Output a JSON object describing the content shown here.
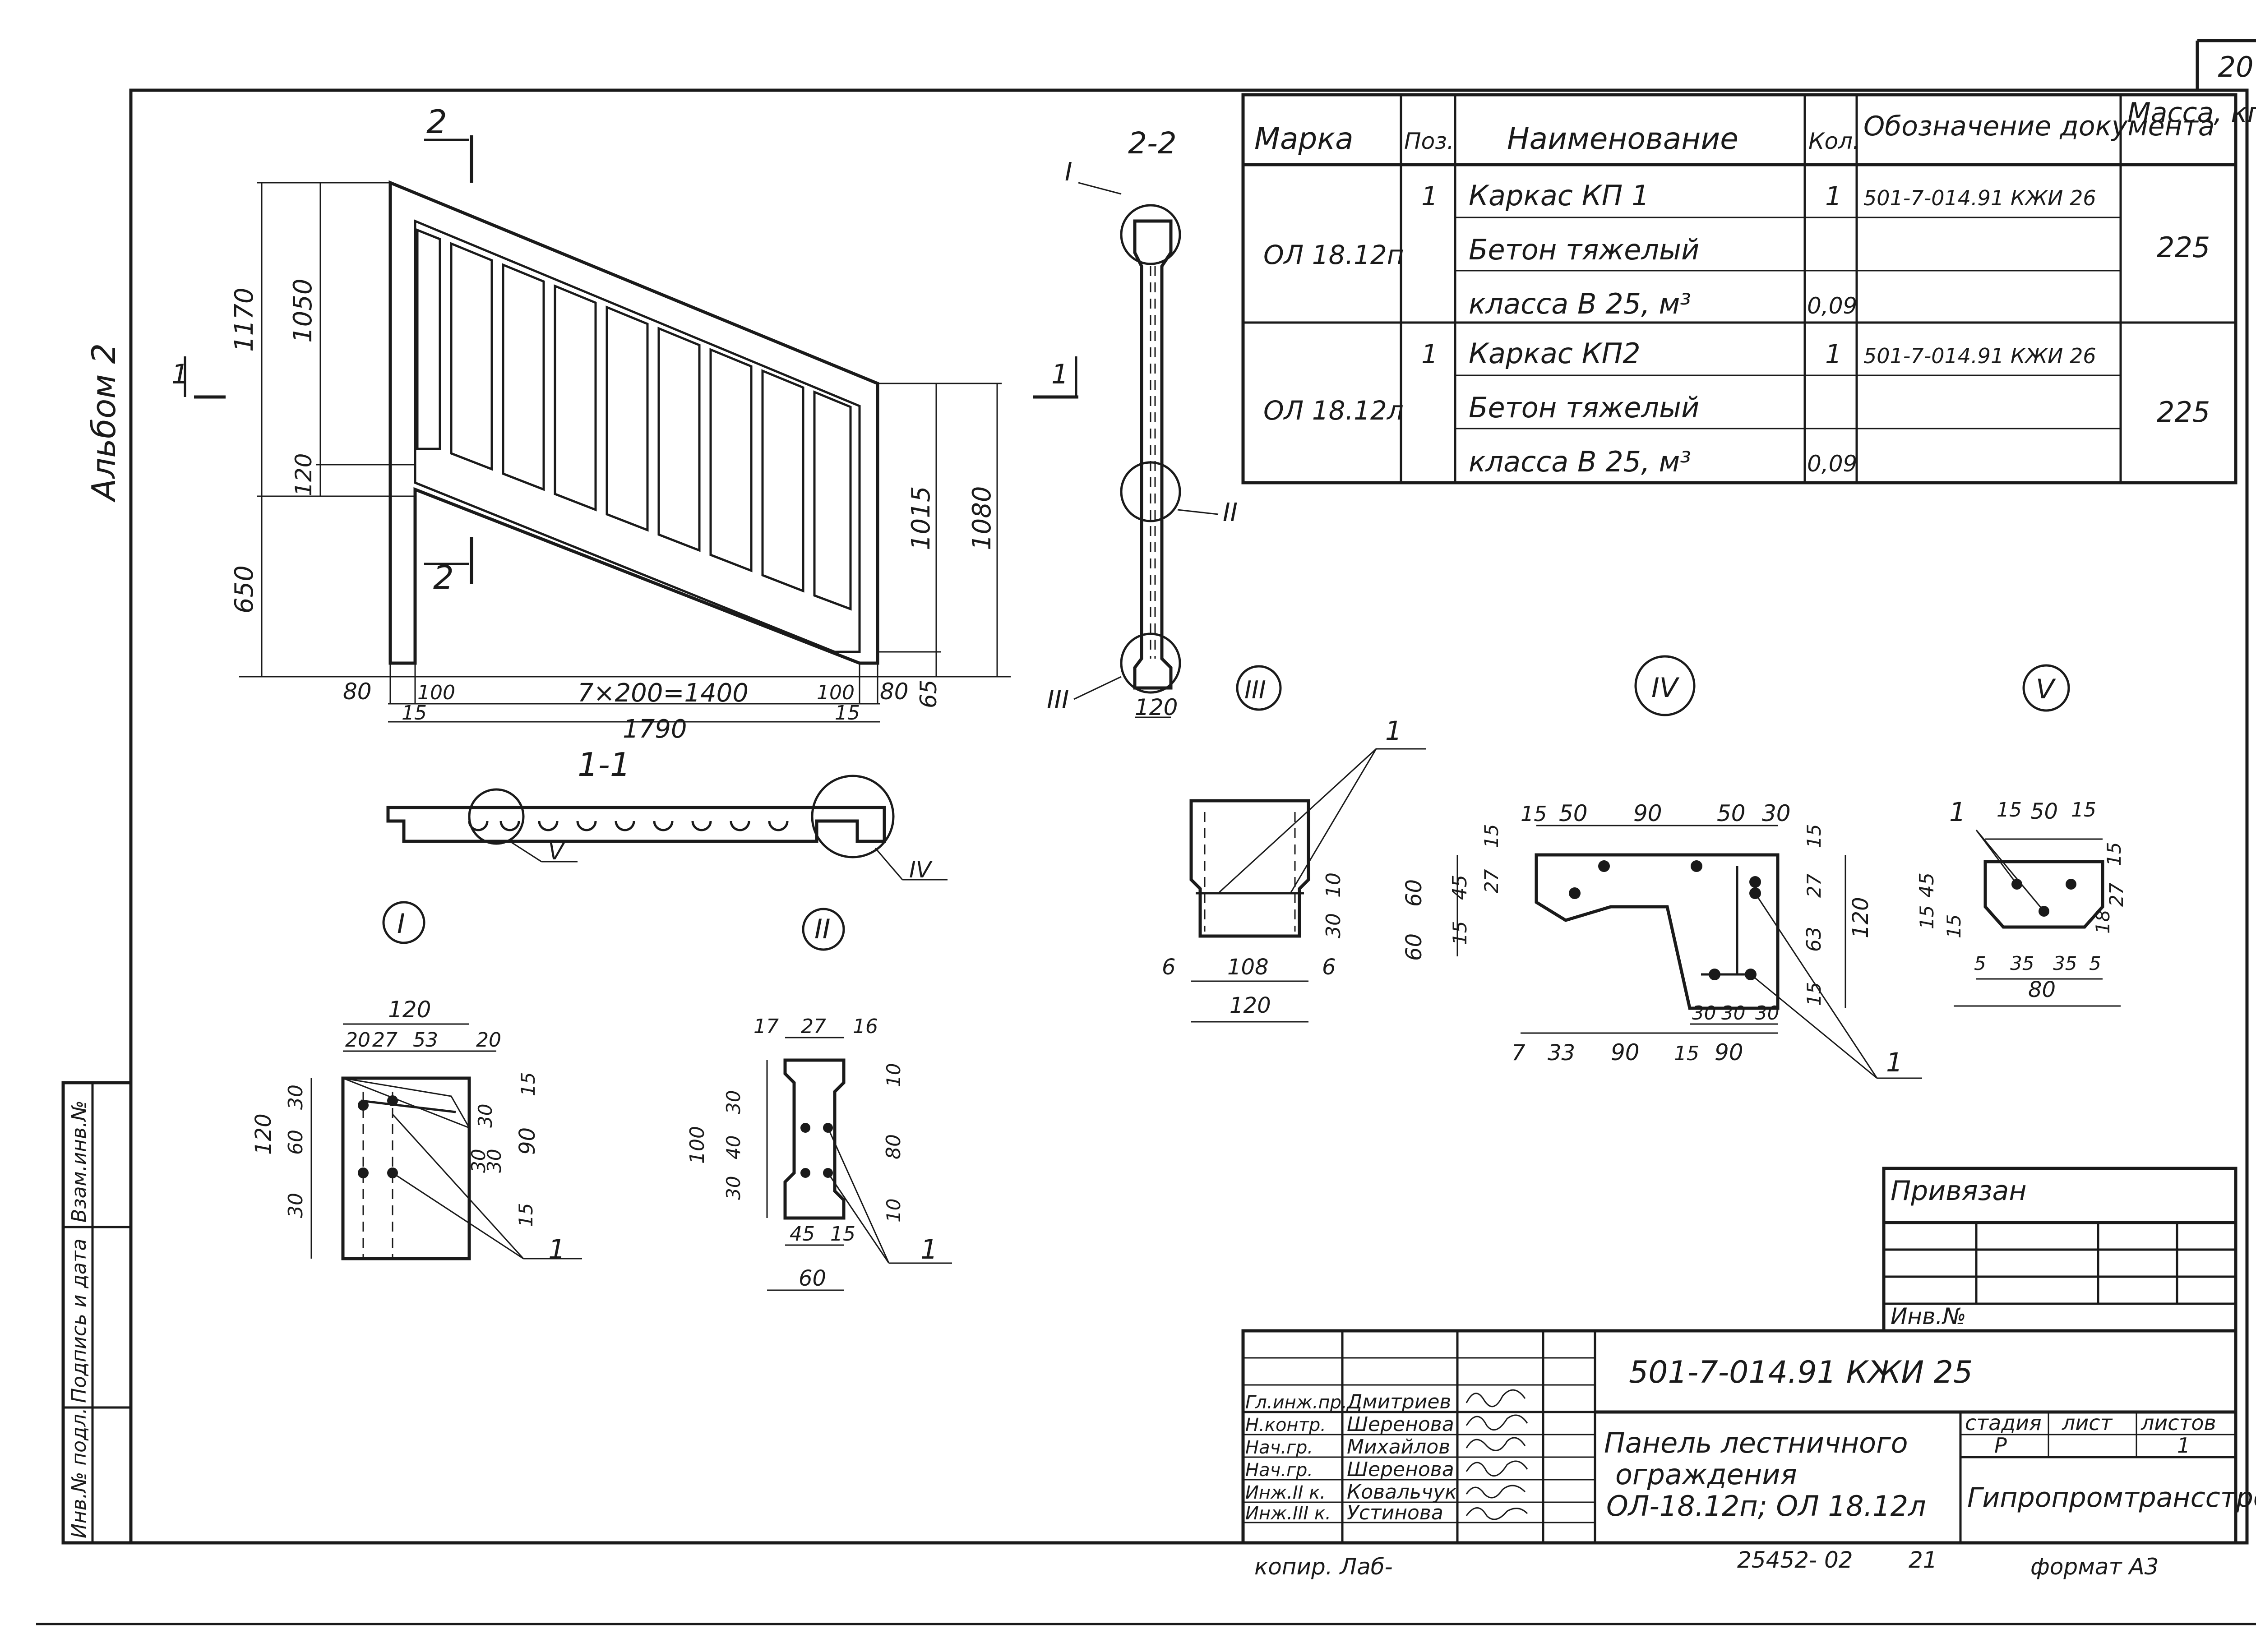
{
  "sheet": {
    "number": "20",
    "album": "Альбом 2",
    "copy_note": "копир. Лаб-",
    "archive_no": "25452- 02",
    "archive_sheet": "21",
    "format": "формат А3"
  },
  "spec_table": {
    "headers": [
      "Марка",
      "Поз.",
      "Наименование",
      "Кол.",
      "Обозначение документа",
      "Масса, кг"
    ],
    "rows": [
      {
        "mark": "ОЛ 18.12п",
        "pos": "1",
        "name": "Каркас КП 1",
        "qty": "1",
        "doc": "501-7-014.91 КЖИ 26",
        "mass": "225"
      },
      {
        "mark": "",
        "pos": "",
        "name": "Бетон тяжелый",
        "qty": "",
        "doc": "",
        "mass": ""
      },
      {
        "mark": "",
        "pos": "",
        "name": "класса В 25, м³",
        "qty": "0,09",
        "doc": "",
        "mass": ""
      },
      {
        "mark": "ОЛ 18.12л",
        "pos": "1",
        "name": "Каркас КП2",
        "qty": "1",
        "doc": "501-7-014.91 КЖИ 26",
        "mass": "225"
      },
      {
        "mark": "",
        "pos": "",
        "name": "Бетон тяжелый",
        "qty": "",
        "doc": "",
        "mass": ""
      },
      {
        "mark": "",
        "pos": "",
        "name": "класса В 25, м³",
        "qty": "0,09",
        "doc": "",
        "mass": ""
      }
    ]
  },
  "bound": {
    "title": "Привязан",
    "inv": "Инв.№"
  },
  "title_block": {
    "code": "501-7-014.91 КЖИ 25",
    "title_line1": "Панель лестничного",
    "title_line2": "ограждения",
    "title_line3": "ОЛ-18.12п; ОЛ 18.12л",
    "stage_label": "стадия",
    "sheet_label": "лист",
    "sheets_label": "листов",
    "stage": "Р",
    "sheet": "",
    "sheets": "1",
    "org": "Гипропромтрансстрой",
    "people": [
      {
        "role": "Гл.инж.пр.",
        "name": "Дмитриев"
      },
      {
        "role": "Н.контр.",
        "name": "Шеренова"
      },
      {
        "role": "Нач.гр.",
        "name": "Михайлов"
      },
      {
        "role": "Нач.гр.",
        "name": "Шеренова"
      },
      {
        "role": "Инж.II к.",
        "name": "Ковальчук"
      },
      {
        "role": "Инж.III к.",
        "name": "Устинова"
      }
    ]
  },
  "side_stamp": {
    "inv_orig": "Инв.№ подл.",
    "sign_date": "Подпись и дата",
    "replace_inv": "Взам.инв.№"
  },
  "views": {
    "elevation": {
      "section_mark": "2",
      "section_mark_1": "1",
      "dims": {
        "h_total": "1170",
        "h_top": "1050",
        "h_mid": "120",
        "h_leg": "650",
        "h_right_outer": "1080",
        "h_right_inner": "1015",
        "h_bottom": "65",
        "w_left": "80",
        "w_100a": "100",
        "w_span": "7×200=1400",
        "w_100b": "100",
        "w_right": "80",
        "w_15a": "15",
        "w_total": "1790",
        "w_15b": "15"
      }
    },
    "section_2_2": {
      "title": "2-2",
      "width": "120",
      "callout_1": "I",
      "callout_2": "II",
      "callout_3": "III"
    },
    "section_1_1": {
      "title": "1-1",
      "callout_4": "IV",
      "callout_5": "V"
    },
    "detail_I": {
      "label": "I",
      "top": [
        "120",
        "20",
        "27",
        "53",
        "20"
      ],
      "left": [
        "120",
        "30",
        "60",
        "30"
      ],
      "right": [
        "15",
        "30",
        "30",
        "30",
        "90",
        "15"
      ],
      "pos": "1"
    },
    "detail_II": {
      "label": "II",
      "top": [
        "17",
        "27",
        "16"
      ],
      "left": [
        "100",
        "30",
        "40",
        "30"
      ],
      "right": [
        "10",
        "80",
        "10"
      ],
      "bottom": [
        "45",
        "15",
        "60"
      ],
      "pos": "1"
    },
    "detail_III": {
      "label": "III",
      "dims": [
        "10",
        "30",
        "6",
        "108",
        "6",
        "120"
      ],
      "pos": "1"
    },
    "detail_IV": {
      "label": "IV",
      "top": [
        "15",
        "50",
        "90",
        "50",
        "30"
      ],
      "left": [
        "60",
        "45",
        "27",
        "15",
        "15",
        "60"
      ],
      "right": [
        "15",
        "27",
        "63",
        "15",
        "120"
      ],
      "bottom": [
        "30",
        "30",
        "30",
        "7",
        "33",
        "90",
        "15",
        "90"
      ],
      "pos": "1"
    },
    "detail_V": {
      "label": "V",
      "top": [
        "15",
        "50",
        "15"
      ],
      "left": [
        "15",
        "45",
        "15"
      ],
      "right": [
        "15",
        "27",
        "18"
      ],
      "bottom": [
        "5",
        "35",
        "35",
        "5",
        "80"
      ],
      "pos": "1"
    }
  }
}
